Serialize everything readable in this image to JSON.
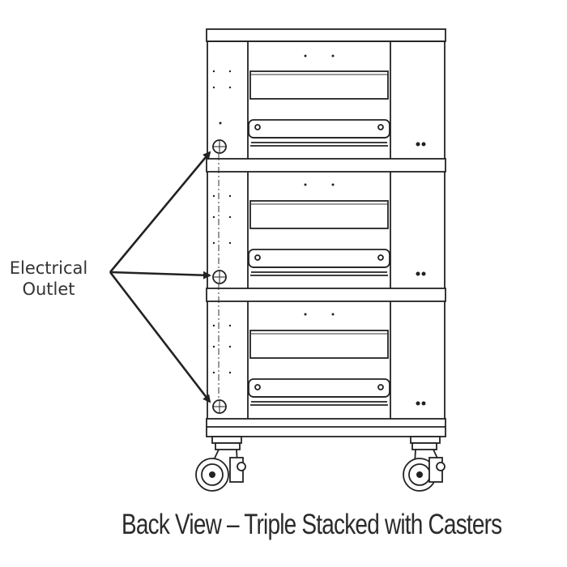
{
  "callout": {
    "line1": "Electrical",
    "line2": "Outlet"
  },
  "caption": "Back View – Triple Stacked with Casters",
  "colors": {
    "line": "#222222",
    "text": "#333333",
    "background": "#ffffff"
  }
}
